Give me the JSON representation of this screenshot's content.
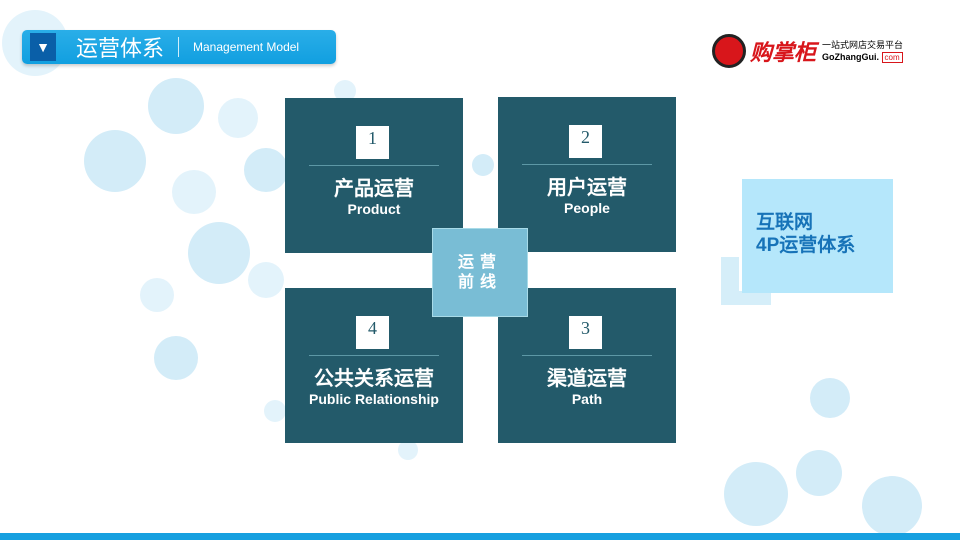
{
  "header": {
    "icon": "triangle-down-icon",
    "title": "运营体系",
    "subtitle": "Management Model"
  },
  "logo": {
    "name": "购掌柜",
    "tagline": "一站式网店交易平台",
    "domain": "GoZhangGui.",
    "tld": "com"
  },
  "cards": [
    {
      "number": "1",
      "cn": "产品运营",
      "en": "Product"
    },
    {
      "number": "2",
      "cn": "用户运营",
      "en": "People"
    },
    {
      "number": "4",
      "cn": "公共关系运营",
      "en": "Public Relationship"
    },
    {
      "number": "3",
      "cn": "渠道运营",
      "en": "Path"
    }
  ],
  "center": {
    "line1": "运营",
    "line2": "前线"
  },
  "side": {
    "line1": "互联网",
    "line2": "4P运营体系"
  },
  "colors": {
    "card": "#235a6a",
    "accent": "#16a0e0",
    "center": "#79bdd5",
    "side": "#b5e7fb"
  }
}
